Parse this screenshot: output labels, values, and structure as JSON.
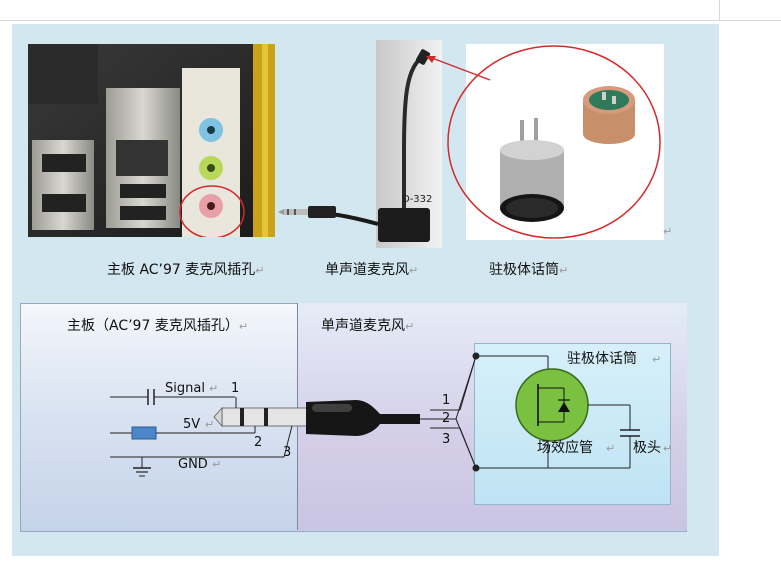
{
  "photos": {
    "motherboard_caption": "主板  AC’97 麦克风插孔",
    "microphone_caption": "单声道麦克风",
    "electret_caption": "驻极体话筒",
    "mic_model_label": "D-332"
  },
  "schematic": {
    "left_title": "主板（AC’97 麦克风插孔）",
    "right_title": "单声道麦克风",
    "signal_label": "Signal",
    "vcc_label": "5V",
    "gnd_label": "GND",
    "pin1": "1",
    "pin2": "2",
    "pin3": "3",
    "electret_title": "驻极体话筒",
    "fet_label": "场效应管",
    "plate_label": "极头"
  },
  "colors": {
    "panel_bg": "#d3e7f0",
    "mic_jack_pink": "#e8a0a8",
    "highlight_red": "#d22a2a",
    "fet_green": "#7ac142",
    "capacitor_blue": "#4a86c8"
  },
  "paragraph_mark": "↵"
}
